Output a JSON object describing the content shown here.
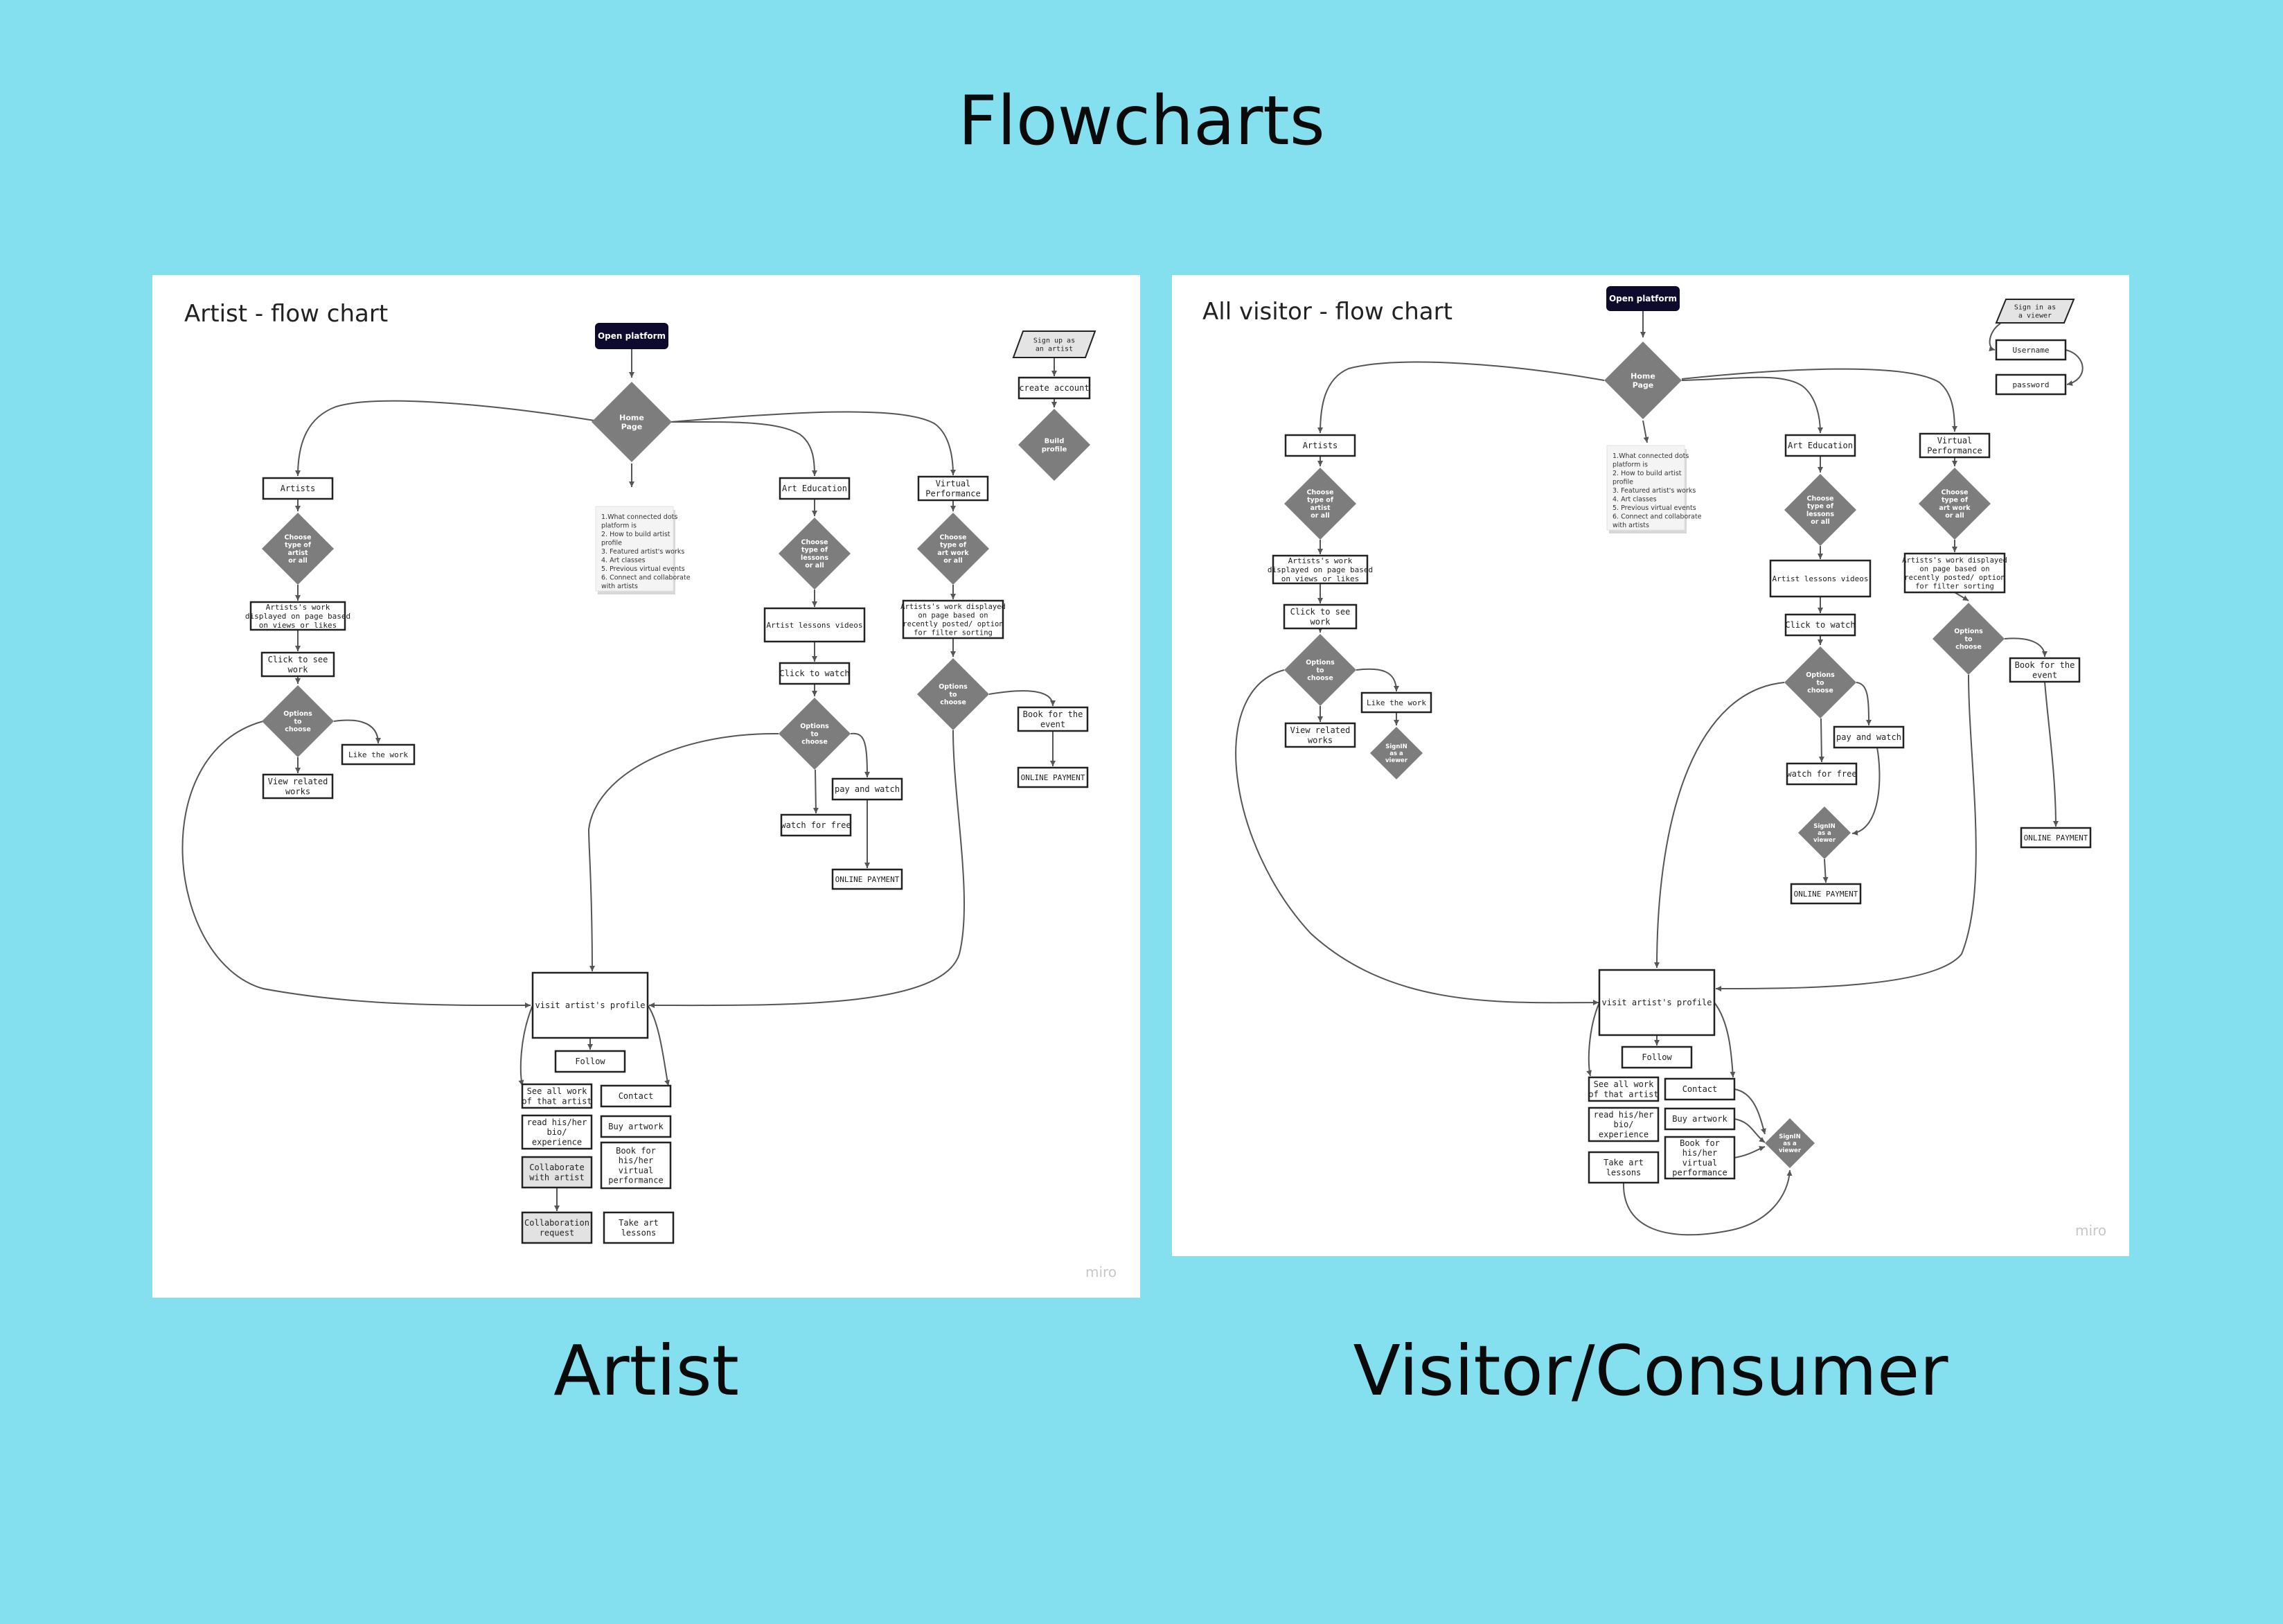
{
  "page": {
    "title": "Flowcharts",
    "caption_left": "Artist",
    "caption_right": "Visitor/Consumer"
  },
  "colors": {
    "background": "#84e0ee",
    "panel": "#ffffff",
    "diamond": "#7d7d7d",
    "start_node": "#0e0a2e",
    "edge": "#555555"
  },
  "artist_chart": {
    "title": "Artist - flow chart",
    "watermark": "miro",
    "nodes": {
      "open": [
        "Open platform"
      ],
      "home": [
        "Home",
        "Page"
      ],
      "signup": [
        "Sign up as",
        "an artist"
      ],
      "create": [
        "create account"
      ],
      "build": [
        "Build",
        "profile"
      ],
      "artists": [
        "Artists"
      ],
      "arted": [
        "Art Education"
      ],
      "virtual": [
        "Virtual",
        "Performance"
      ],
      "d_artists": [
        "Choose",
        "type of",
        "artist",
        "or all"
      ],
      "d_arted": [
        "Choose",
        "type of",
        "lessons",
        "or all"
      ],
      "d_virtual": [
        "Choose",
        "type of",
        "art work",
        "or all"
      ],
      "works": [
        "Artists's work",
        "displayed on page based",
        "on views or likes"
      ],
      "lessons": [
        "Artist lessons videos"
      ],
      "virtual_works": [
        "Artists's work displayed",
        "on page based on",
        "recently posted/ option",
        "for filter sorting"
      ],
      "click_see": [
        "Click to see",
        "work"
      ],
      "click_watch": [
        "Click to watch"
      ],
      "opt_artists": [
        "Options",
        "to",
        "choose"
      ],
      "opt_arted": [
        "Options",
        "to",
        "choose"
      ],
      "opt_virtual": [
        "Options",
        "to",
        "choose"
      ],
      "like": [
        "Like the work"
      ],
      "view_related": [
        "View related",
        "works"
      ],
      "pay_watch": [
        "pay and watch"
      ],
      "watch_free": [
        "watch for free"
      ],
      "online_pay_a": [
        "ONLINE PAYMENT"
      ],
      "book_event": [
        "Book for the",
        "event"
      ],
      "online_pay_b": [
        "ONLINE PAYMENT"
      ],
      "visit": [
        "visit artist's profile"
      ],
      "follow": [
        "Follow"
      ],
      "see_all": [
        "See all work",
        "of that artist"
      ],
      "contact": [
        "Contact"
      ],
      "read_bio": [
        "read his/her",
        "bio/",
        "experience"
      ],
      "buy": [
        "Buy artwork"
      ],
      "collab": [
        "Collaborate",
        "with artist"
      ],
      "book_perf": [
        "Book for",
        "his/her",
        "virtual",
        "performance"
      ],
      "collab_req": [
        "Collaboration",
        "request"
      ],
      "take_lessons": [
        "Take art",
        "lessons"
      ]
    },
    "note": [
      "1.What connected dots",
      "platform is",
      "2. How to build artist",
      "profile",
      "3. Featured artist's works",
      "4. Art classes",
      "5. Previous virtual events",
      "6. Connect and collaborate",
      "with artists"
    ]
  },
  "visitor_chart": {
    "title": "All visitor - flow chart",
    "watermark": "miro",
    "nodes": {
      "open": [
        "Open platform"
      ],
      "home": [
        "Home",
        "Page"
      ],
      "signin": [
        "Sign in as",
        "a viewer"
      ],
      "username": [
        "Username"
      ],
      "password": [
        "password"
      ],
      "artists": [
        "Artists"
      ],
      "arted": [
        "Art Education"
      ],
      "virtual": [
        "Virtual",
        "Performance"
      ],
      "d_artists": [
        "Choose",
        "type of",
        "artist",
        "or all"
      ],
      "d_arted": [
        "Choose",
        "type of",
        "lessons",
        "or all"
      ],
      "d_virtual": [
        "Choose",
        "type of",
        "art work",
        "or all"
      ],
      "works": [
        "Artists's work",
        "displayed on page based",
        "on views or likes"
      ],
      "lessons": [
        "Artist lessons videos"
      ],
      "virtual_works": [
        "Artists's work displayed",
        "on page based on",
        "recently posted/ option",
        "for filter sorting"
      ],
      "click_see": [
        "Click to see",
        "work"
      ],
      "click_watch": [
        "Click to watch"
      ],
      "opt_artists": [
        "Options",
        "to",
        "choose"
      ],
      "opt_arted": [
        "Options",
        "to",
        "choose"
      ],
      "opt_virtual": [
        "Options",
        "to",
        "choose"
      ],
      "like": [
        "Like the work"
      ],
      "view_related": [
        "View related",
        "works"
      ],
      "signin_a": [
        "SignIN",
        "as a",
        "viewer"
      ],
      "pay_watch": [
        "pay and watch"
      ],
      "watch_free": [
        "watch for free"
      ],
      "signin_b": [
        "SignIN",
        "as a",
        "viewer"
      ],
      "online_pay_a": [
        "ONLINE PAYMENT"
      ],
      "book_event": [
        "Book for the",
        "event"
      ],
      "online_pay_b": [
        "ONLINE PAYMENT"
      ],
      "visit": [
        "visit artist's profile"
      ],
      "follow": [
        "Follow"
      ],
      "see_all": [
        "See all work",
        "of that artist"
      ],
      "contact": [
        "Contact"
      ],
      "read_bio": [
        "read his/her",
        "bio/",
        "experience"
      ],
      "buy": [
        "Buy artwork"
      ],
      "take_lessons": [
        "Take art",
        "lessons"
      ],
      "book_perf": [
        "Book for",
        "his/her",
        "virtual",
        "performance"
      ],
      "signin_c": [
        "SignIN",
        "as a",
        "viewer"
      ]
    },
    "note": [
      "1.What connected dots",
      "platform is",
      "2. How to build artist",
      "profile",
      "3. Featured artist's works",
      "4. Art classes",
      "5. Previous virtual events",
      "6. Connect and collaborate",
      "with artists"
    ]
  }
}
